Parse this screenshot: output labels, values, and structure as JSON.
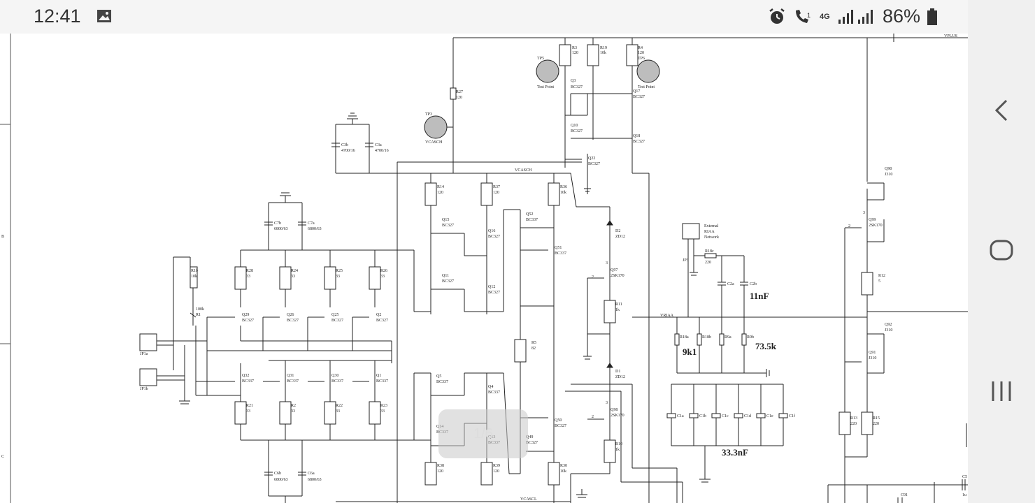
{
  "status_bar": {
    "time": "12:41",
    "battery_percent": "86%",
    "network": "4G",
    "icons": [
      "gallery-icon",
      "alarm-icon",
      "wifi-call-icon",
      "signal-icon",
      "battery-icon"
    ]
  },
  "schematic": {
    "rails": {
      "top": "VPLUS",
      "cascode_high": "VCASCH",
      "cascode_low": "VCASCL",
      "riaa": "VRIAA"
    },
    "border_markers": [
      "B",
      "C"
    ],
    "test_points": [
      {
        "id": "TP5",
        "label": "Test Point"
      },
      {
        "id": "TP6",
        "label": "Test Point"
      },
      {
        "id": "TP3",
        "label": "VCASCH"
      }
    ],
    "connectors": [
      "JP1a",
      "JP1b",
      "JP3"
    ],
    "external_network": [
      "External",
      "RIAA",
      "Network"
    ],
    "capacitors": [
      {
        "id": "C3b",
        "value": "4700/16"
      },
      {
        "id": "C3a",
        "value": "4700/16"
      },
      {
        "id": "C7b",
        "value": "6800/63"
      },
      {
        "id": "C7a",
        "value": "6800/63"
      },
      {
        "id": "C6b",
        "value": "6800/63"
      },
      {
        "id": "C6a",
        "value": "6800/63"
      },
      {
        "id": "C2a",
        "value": ""
      },
      {
        "id": "C2b",
        "value": ""
      },
      {
        "id": "C1a",
        "value": ""
      },
      {
        "id": "C1b",
        "value": ""
      },
      {
        "id": "C1c",
        "value": ""
      },
      {
        "id": "C1d",
        "value": ""
      },
      {
        "id": "C1e",
        "value": ""
      },
      {
        "id": "C1f",
        "value": ""
      },
      {
        "id": "C91",
        "value": ""
      },
      {
        "id": "C5",
        "value": "1u"
      }
    ],
    "resistors": [
      {
        "id": "R3",
        "value": "120"
      },
      {
        "id": "R19",
        "value": "10k"
      },
      {
        "id": "R4",
        "value": "120"
      },
      {
        "id": "R27",
        "value": "120"
      },
      {
        "id": "R14",
        "value": "120"
      },
      {
        "id": "R37",
        "value": "120"
      },
      {
        "id": "R36",
        "value": "10k"
      },
      {
        "id": "R1b",
        "value": "10k"
      },
      {
        "id": "R28",
        "value": "33"
      },
      {
        "id": "R24",
        "value": "33"
      },
      {
        "id": "R25",
        "value": "33"
      },
      {
        "id": "R26",
        "value": "33"
      },
      {
        "id": "R21",
        "value": "33"
      },
      {
        "id": "R2",
        "value": "33"
      },
      {
        "id": "R22",
        "value": "33"
      },
      {
        "id": "R23",
        "value": "33"
      },
      {
        "id": "R5",
        "value": "82"
      },
      {
        "id": "R11",
        "value": "1k"
      },
      {
        "id": "R10",
        "value": "1k"
      },
      {
        "id": "R38",
        "value": "120"
      },
      {
        "id": "R39",
        "value": "120"
      },
      {
        "id": "R30",
        "value": "10k"
      },
      {
        "id": "R18c",
        "value": "220"
      },
      {
        "id": "R18a",
        "value": ""
      },
      {
        "id": "R18b",
        "value": ""
      },
      {
        "id": "R9a",
        "value": ""
      },
      {
        "id": "R9b",
        "value": ""
      },
      {
        "id": "R12",
        "value": "5"
      },
      {
        "id": "R13",
        "value": "220"
      },
      {
        "id": "R15",
        "value": "220"
      }
    ],
    "pot": {
      "id": "R1",
      "value": "100k"
    },
    "transistors": [
      {
        "id": "Q3",
        "type": "BC327"
      },
      {
        "id": "Q17",
        "type": "BC327"
      },
      {
        "id": "Q10",
        "type": "BC327"
      },
      {
        "id": "Q18",
        "type": "BC327"
      },
      {
        "id": "Q22",
        "type": "BC327"
      },
      {
        "id": "Q15",
        "type": "BC327"
      },
      {
        "id": "Q16",
        "type": "BC327"
      },
      {
        "id": "Q11",
        "type": "BC327"
      },
      {
        "id": "Q12",
        "type": "BC327"
      },
      {
        "id": "Q52",
        "type": "BC337"
      },
      {
        "id": "Q51",
        "type": "BC337"
      },
      {
        "id": "Q29",
        "type": "BC327"
      },
      {
        "id": "Q26",
        "type": "BC327"
      },
      {
        "id": "Q25",
        "type": "BC327"
      },
      {
        "id": "Q2",
        "type": "BC327"
      },
      {
        "id": "Q32",
        "type": "BC337"
      },
      {
        "id": "Q31",
        "type": "BC337"
      },
      {
        "id": "Q30",
        "type": "BC337"
      },
      {
        "id": "Q1",
        "type": "BC337"
      },
      {
        "id": "Q5",
        "type": "BC337"
      },
      {
        "id": "Q4",
        "type": "BC337"
      },
      {
        "id": "Q14",
        "type": "BC337"
      },
      {
        "id": "Q13",
        "type": "BC337"
      },
      {
        "id": "Q50",
        "type": "BC327"
      },
      {
        "id": "Q49",
        "type": "BC327"
      },
      {
        "id": "Q97",
        "type": "2SK170"
      },
      {
        "id": "Q98",
        "type": "2SK170"
      },
      {
        "id": "Q90",
        "type": "J310"
      },
      {
        "id": "Q99",
        "type": "2SK170"
      },
      {
        "id": "Q92",
        "type": "J310"
      },
      {
        "id": "Q91",
        "type": "J310"
      }
    ],
    "zeners": [
      {
        "id": "D2",
        "value": "ZD12"
      },
      {
        "id": "D1",
        "value": "ZD12"
      }
    ],
    "annotations": {
      "c2_total": "11nF",
      "r18_total": "9k1",
      "r9_total": "73.5k",
      "c1_total": "33.3nF"
    },
    "pin_numbers": [
      "3",
      "2",
      "3",
      "2",
      "3",
      "2"
    ]
  },
  "overlay_label": "1/6"
}
